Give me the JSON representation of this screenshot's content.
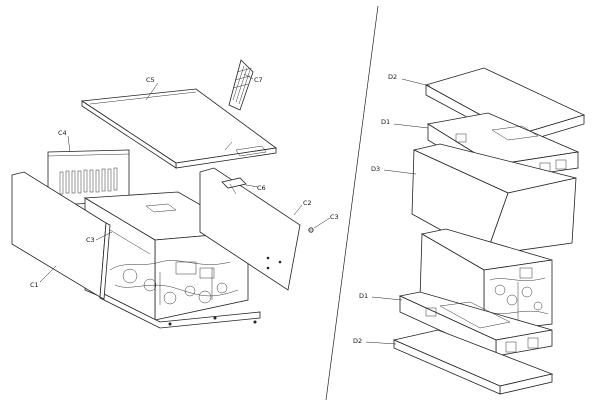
{
  "left_view": {
    "labels": {
      "c1": "C1",
      "c2": "C2",
      "c3a": "C3",
      "c3b": "C3",
      "c4": "C4",
      "c5": "C5",
      "c6": "C6",
      "c7": "C7"
    }
  },
  "right_view": {
    "labels": {
      "d2_top": "D2",
      "d1_top": "D1",
      "d3": "D3",
      "d1_bottom": "D1",
      "d2_bottom": "D2"
    }
  }
}
